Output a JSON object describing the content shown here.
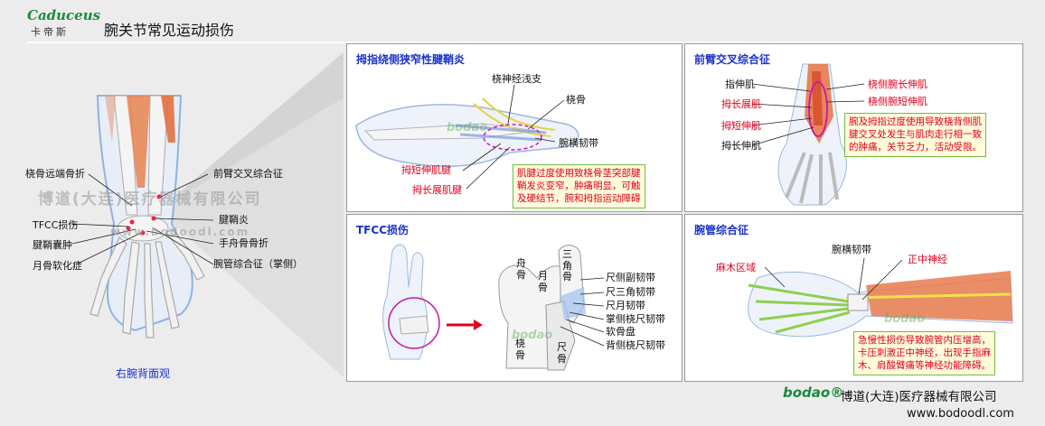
{
  "header": {
    "logo_brand": "Caduceus",
    "logo_cn": "卡帝斯",
    "title": "腕关节常见运动损伤"
  },
  "left": {
    "caption": "右腕背面观",
    "labels_left": [
      "桡骨远端骨折",
      "TFCC损伤",
      "腱鞘囊肿",
      "月骨软化症"
    ],
    "labels_right": [
      "前臂交叉综合征",
      "腱鞘炎",
      "手舟骨骨折",
      "腕管综合征（掌侧）"
    ],
    "watermark": "博道(大连)医疗器械有限公司",
    "watermark_url": "www.bodoodl.com"
  },
  "panel1": {
    "title": "拇指绕侧狭窄性腱鞘炎",
    "label_nerve": "桡神经浅支",
    "label_radius": "桡骨",
    "label_ligament": "腕横韧带",
    "label_epb": "拇短伸肌腱",
    "label_apl": "拇长展肌腱",
    "note": "肌腱过度使用致桡骨茎突部腱\n鞘发炎变窄，肿痛明显，可触\n及硬结节，腕和拇指运动障碍"
  },
  "panel2": {
    "title": "前臂交叉综合征",
    "label_extensor": "指伸肌",
    "label_apl": "拇长展肌",
    "label_epb": "拇短伸肌",
    "label_epl": "拇长伸肌",
    "label_ecrl": "桡侧腕长伸肌",
    "label_ecrb": "桡侧腕短伸肌",
    "note": "腕及拇指过度使用导致桡背侧肌\n腱交叉处发生与肌肉走行相一致\n的肿痛，关节乏力，活动受限。"
  },
  "panel3": {
    "title": "TFCC损伤",
    "label_scaphoid": "舟\n骨",
    "label_lunate": "月\n骨",
    "label_triquetrum": "三\n角\n骨",
    "label_radius": "桡\n骨",
    "label_ulna": "尺\n骨",
    "ligaments": [
      "尺侧副韧带",
      "尺三角韧带",
      "尺月韧带",
      "掌侧桡尺韧带",
      "软骨盘",
      "背侧桡尺韧带"
    ]
  },
  "panel4": {
    "title": "腕管综合征",
    "label_ligament": "腕横韧带",
    "label_numb": "麻木区域",
    "label_nerve": "正中神经",
    "note": "急慢性损伤导致腕管内压增高，\n卡压刺激正中神经，出现手指麻\n木、肩酸臂痛等神经功能障碍。"
  },
  "watermarks": {
    "bodao": "bodao",
    "bo": "博",
    "dao": "道"
  },
  "footer": {
    "brand": "bodao®",
    "company": "博道(大连)医疗器械有限公司",
    "url": "www.bodoodl.com"
  },
  "colors": {
    "title_blue": "#1a33c8",
    "alert_red": "#e0001b",
    "note_bg": "#fffbdc",
    "note_border": "#6fbf44",
    "brand_green": "#1c8a3c"
  }
}
